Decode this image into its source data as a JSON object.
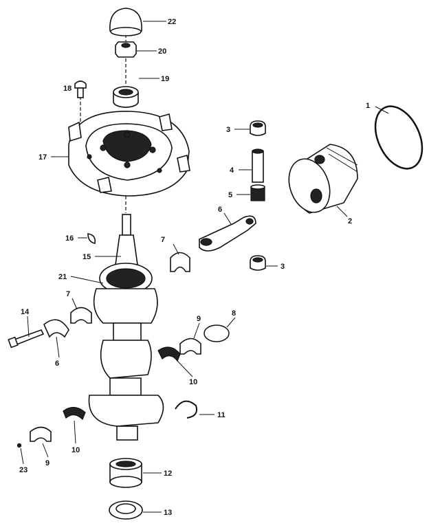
{
  "diagram": {
    "title": "Crankshaft, piston and connecting rod exploded view",
    "callouts": [
      "22",
      "20",
      "18",
      "19",
      "1",
      "3",
      "17",
      "4",
      "5",
      "2",
      "6",
      "16",
      "7",
      "3",
      "15",
      "21",
      "7",
      "14",
      "9",
      "8",
      "6",
      "10",
      "11",
      "10",
      "9",
      "23",
      "12",
      "13"
    ]
  }
}
